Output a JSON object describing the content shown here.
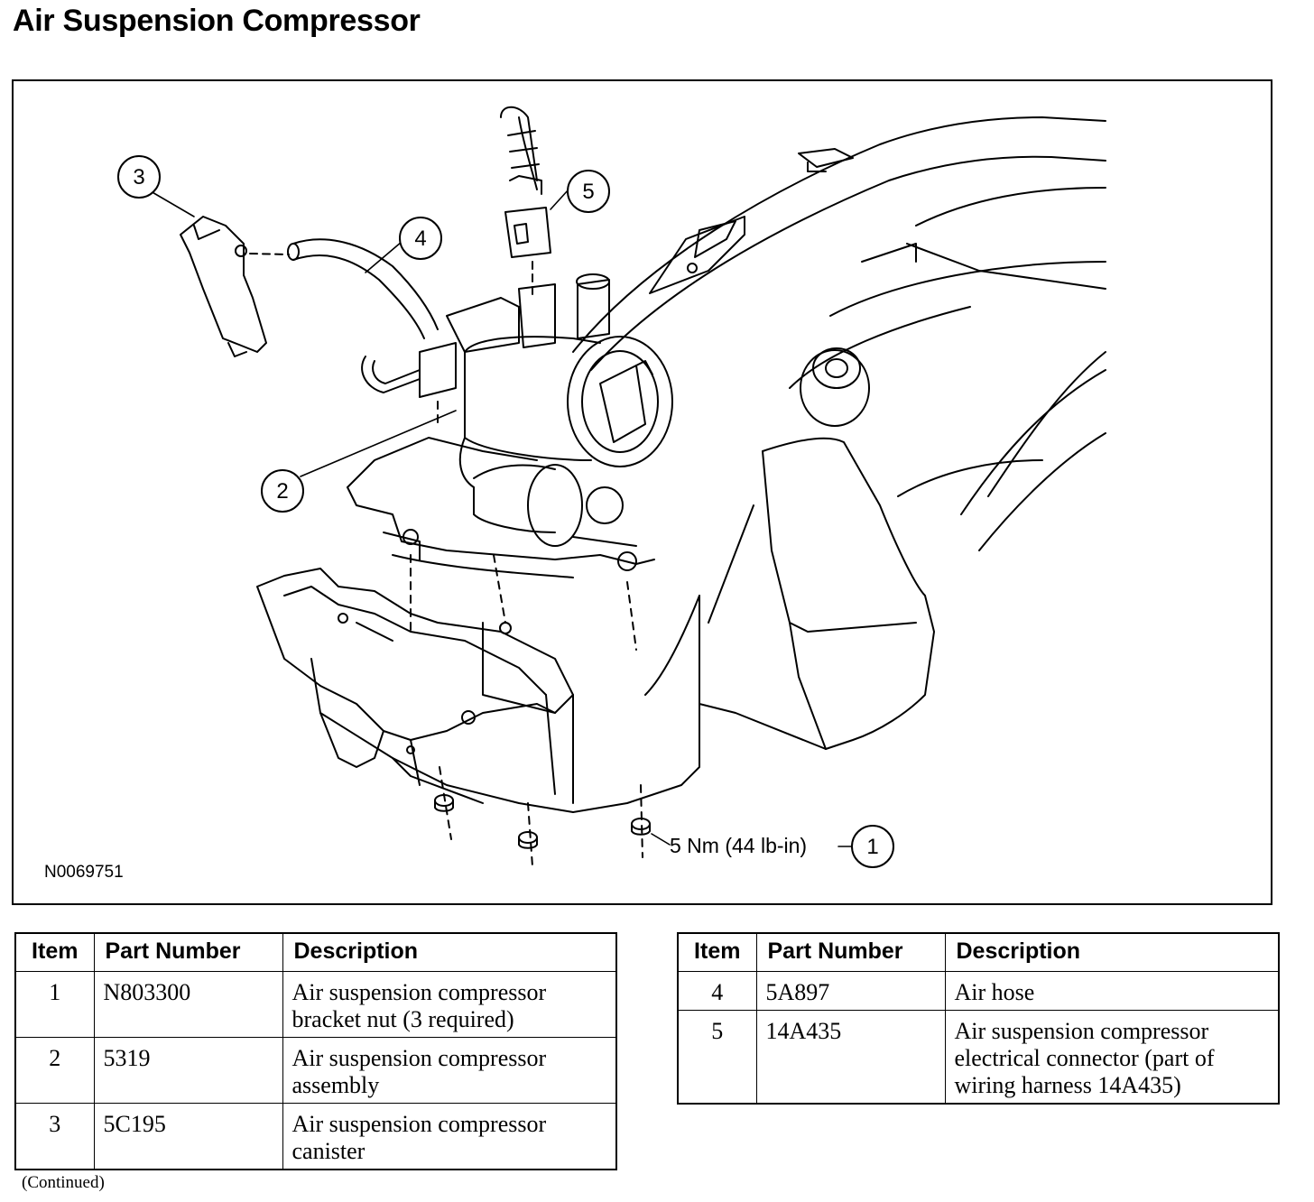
{
  "page": {
    "title": "Air Suspension Compressor",
    "continued": "(Continued)"
  },
  "figure": {
    "id": "N0069751",
    "torque": "5 Nm (44 lb-in)",
    "callouts": [
      "1",
      "2",
      "3",
      "4",
      "5"
    ]
  },
  "parts_table": {
    "headers": [
      "Item",
      "Part Number",
      "Description"
    ],
    "left_rows": [
      {
        "item": "1",
        "part": "N803300",
        "description": "Air suspension compressor bracket nut (3 required)"
      },
      {
        "item": "2",
        "part": "5319",
        "description": "Air suspension compressor assembly"
      },
      {
        "item": "3",
        "part": "5C195",
        "description": "Air suspension compressor canister"
      }
    ],
    "right_rows": [
      {
        "item": "4",
        "part": "5A897",
        "description": "Air hose"
      },
      {
        "item": "5",
        "part": "14A435",
        "description": "Air suspension compressor electrical connector (part of wiring harness 14A435)"
      }
    ]
  }
}
